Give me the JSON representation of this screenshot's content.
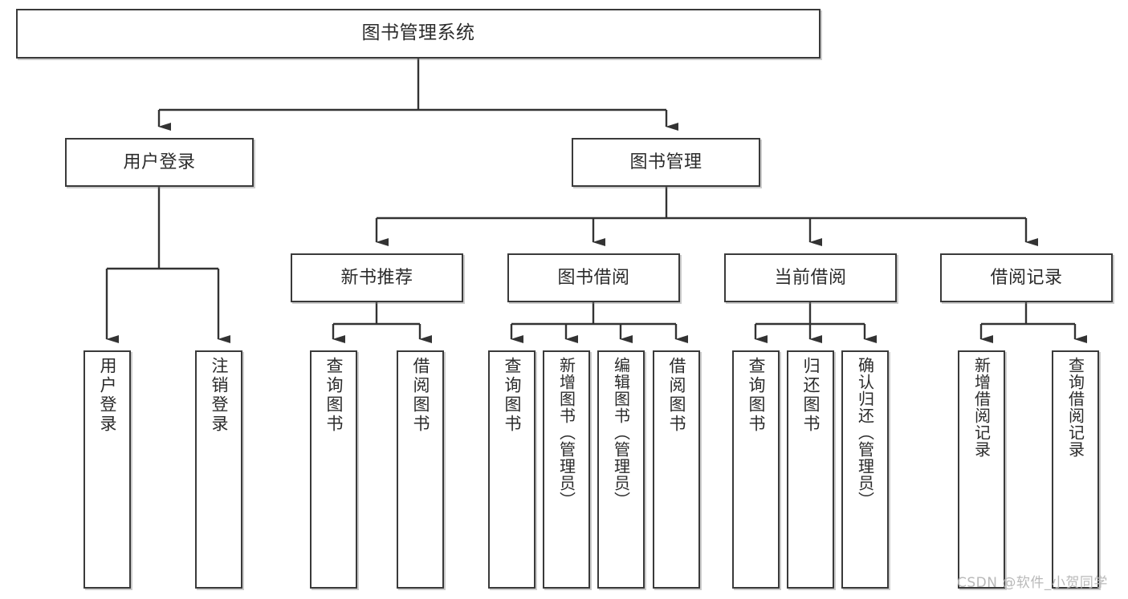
{
  "diagram": {
    "type": "tree",
    "title": "图书管理系统",
    "root": {
      "label": "图书管理系统"
    },
    "level2": [
      {
        "label": "用户登录"
      },
      {
        "label": "图书管理"
      }
    ],
    "level3": [
      {
        "label": "新书推荐"
      },
      {
        "label": "图书借阅"
      },
      {
        "label": "当前借阅"
      },
      {
        "label": "借阅记录"
      }
    ],
    "leaves": {
      "user_login": [
        {
          "label": "用户登录"
        },
        {
          "label": "注销登录"
        }
      ],
      "new_book_recommend": [
        {
          "label": "查询图书"
        },
        {
          "label": "借阅图书"
        }
      ],
      "book_borrow": [
        {
          "label": "查询图书"
        },
        {
          "label": "新增图书（管理员）"
        },
        {
          "label": "编辑图书（管理员）"
        },
        {
          "label": "借阅图书"
        }
      ],
      "current_borrow": [
        {
          "label": "查询图书"
        },
        {
          "label": "归还图书"
        },
        {
          "label": "确认归还（管理员）"
        }
      ],
      "borrow_record": [
        {
          "label": "新增借阅记录"
        },
        {
          "label": "查询借阅记录"
        }
      ]
    }
  },
  "watermark": {
    "text": "CSDN @软件_小贺同学"
  },
  "colors": {
    "border": "#3a3a3a",
    "text": "#2b2b2b",
    "background": "#ffffff",
    "connector": "#333333",
    "watermark": "#b9b9b9"
  }
}
